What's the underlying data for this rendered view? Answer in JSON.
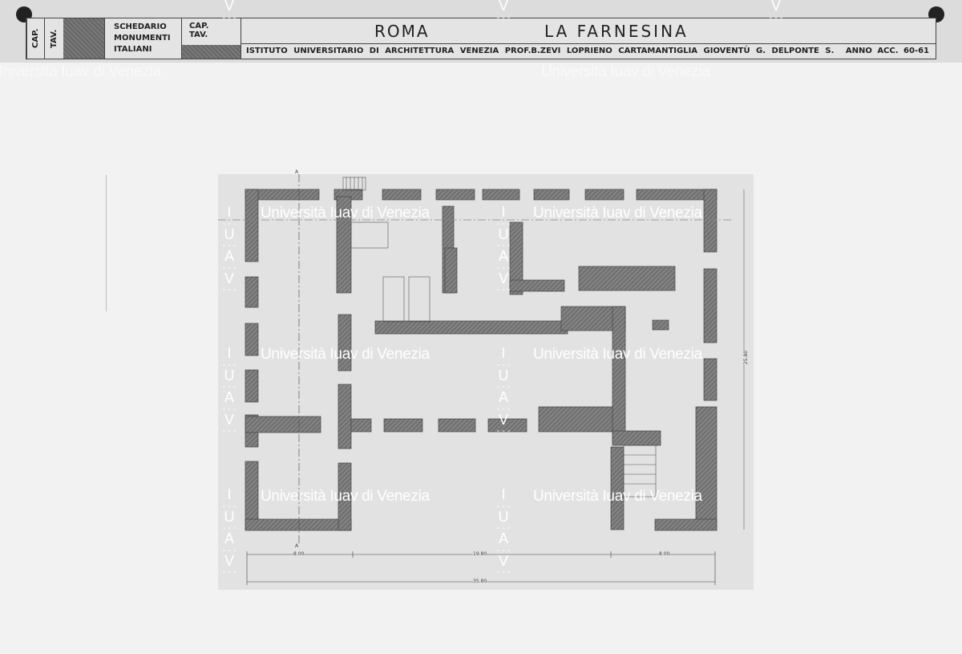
{
  "title_block": {
    "cap_label": "CAP.",
    "tav_label": "TAV.",
    "series": [
      "SCHEDARIO",
      "MONUMENTI",
      "ITALIANI"
    ],
    "cap_tav": [
      "CAP.",
      "TAV."
    ],
    "city": "ROMA",
    "monument": "LA FARNESINA",
    "credits": "ISTITUTO UNIVERSITARIO DI ARCHITETTURA VENEZIA PROF.B.ZEVI LOPRIENO CARTAMANTIGLIA GIOVENTÙ G. DELPONTE S.",
    "year": "ANNO ACC. 60-61"
  },
  "drawing": {
    "section_marker": "A",
    "dimensions": {
      "left_wing": "8.00",
      "center": "19.80",
      "right_wing": "8.00",
      "total_width": "35.80",
      "total_depth": "25.80"
    }
  },
  "watermark": {
    "text": "Università Iuav di Venezia",
    "letters": [
      "I",
      "U",
      "A",
      "V"
    ]
  }
}
